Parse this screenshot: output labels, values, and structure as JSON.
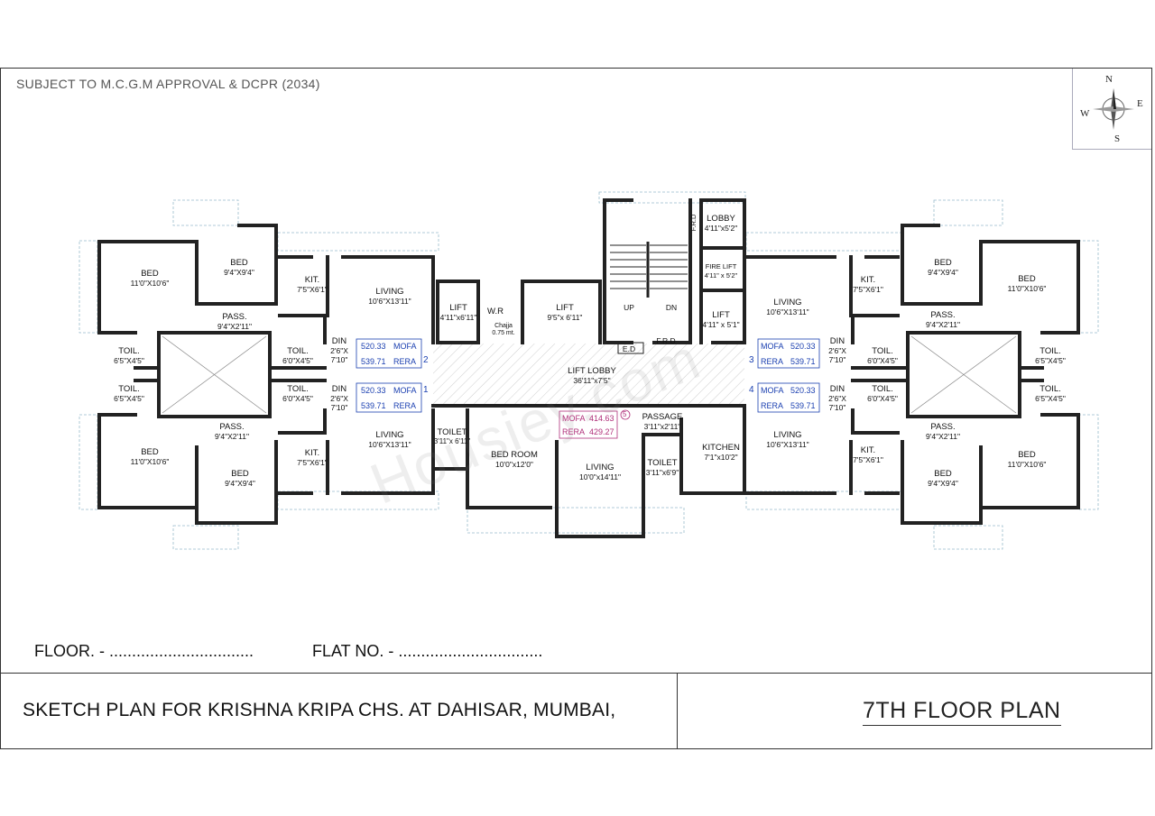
{
  "header": {
    "approval_note": "SUBJECT TO M.C.G.M APPROVAL & DCPR (2034)"
  },
  "compass": {
    "north": "N",
    "south": "S",
    "east": "E",
    "west": "W"
  },
  "footer": {
    "floor_field": "FLOOR. - ................................",
    "flat_field": "FLAT NO. - ................................",
    "sketch_title": "SKETCH PLAN FOR  KRISHNA KRIPA CHS.  AT DAHISAR, MUMBAI,",
    "plan_title": "7TH FLOOR PLAN"
  },
  "watermark": "Housiey.com",
  "rooms": {
    "bed_tl_outer": {
      "name": "BED",
      "dim": "11'0\"X10'6\""
    },
    "bed_tl_inner": {
      "name": "BED",
      "dim": "9'4\"X9'4\""
    },
    "kit_tl": {
      "name": "KIT.",
      "dim": "7'5\"X6'1\""
    },
    "living_tl": {
      "name": "LIVING",
      "dim": "10'6\"X13'11\""
    },
    "pass_tl": {
      "name": "PASS.",
      "dim": "9'4\"X2'11\""
    },
    "toil_tl_a": {
      "name": "TOIL.",
      "dim": "6'5\"X4'5\""
    },
    "toil_tl_b": {
      "name": "TOIL.",
      "dim": "6'0\"X4'5\""
    },
    "din_tl": {
      "name": "DIN",
      "dim1": "2'6\"X",
      "dim2": "7'10\""
    },
    "toil_bl_a": {
      "name": "TOIL.",
      "dim": "6'5\"X4'5\""
    },
    "toil_bl_b": {
      "name": "TOIL.",
      "dim": "6'0\"X4'5\""
    },
    "din_bl": {
      "name": "DIN",
      "dim1": "2'6\"X",
      "dim2": "7'10\""
    },
    "pass_bl": {
      "name": "PASS.",
      "dim": "9'4\"X2'11\""
    },
    "bed_bl_outer": {
      "name": "BED",
      "dim": "11'0\"X10'6\""
    },
    "bed_bl_inner": {
      "name": "BED",
      "dim": "9'4\"X9'4\""
    },
    "kit_bl": {
      "name": "KIT.",
      "dim": "7'5\"X6'1\""
    },
    "living_bl": {
      "name": "LIVING",
      "dim": "10'6\"X13'11\""
    },
    "lift_a": {
      "name": "LIFT",
      "dim": "4'11\"x6'11\""
    },
    "wr": {
      "name": "W.R"
    },
    "chajja": {
      "name": "Chajja",
      "dim": "0.75 mt."
    },
    "lift_b": {
      "name": "LIFT",
      "dim": "9'5\"x 6'11\""
    },
    "stair_up": "UP",
    "stair_dn": "DN",
    "ed": "E.D",
    "frd_a": "F.R.D",
    "frd_b": "F.R.D",
    "lobby": {
      "name": "LOBBY",
      "dim": "4'11\"x5'2\""
    },
    "fire_lift": {
      "name": "FIRE LIFT",
      "dim": "4'11\" x 5'2\""
    },
    "lift_c": {
      "name": "LIFT",
      "dim": "4'11\" x 5'1\""
    },
    "lift_lobby": {
      "name": "LIFT LOBBY",
      "dim": "36'11\"x7'5\""
    },
    "living_tr": {
      "name": "LIVING",
      "dim": "10'6\"X13'11\""
    },
    "kit_tr": {
      "name": "KIT.",
      "dim": "7'5\"X6'1\""
    },
    "bed_tr_inner": {
      "name": "BED",
      "dim": "9'4\"X9'4\""
    },
    "bed_tr_outer": {
      "name": "BED",
      "dim": "11'0\"X10'6\""
    },
    "pass_tr": {
      "name": "PASS.",
      "dim": "9'4\"X2'11\""
    },
    "din_tr": {
      "name": "DIN",
      "dim1": "2'6\"X",
      "dim2": "7'10\""
    },
    "toil_tr_a": {
      "name": "TOIL.",
      "dim": "6'0\"X4'5\""
    },
    "toil_tr_b": {
      "name": "TOIL.",
      "dim": "6'5\"X4'5\""
    },
    "din_br": {
      "name": "DIN",
      "dim1": "2'6\"X",
      "dim2": "7'10\""
    },
    "toil_br_a": {
      "name": "TOIL.",
      "dim": "6'0\"X4'5\""
    },
    "toil_br_b": {
      "name": "TOIL.",
      "dim": "6'5\"X4'5\""
    },
    "pass_br": {
      "name": "PASS.",
      "dim": "9'4\"X2'11\""
    },
    "living_br": {
      "name": "LIVING",
      "dim": "10'6\"X13'11\""
    },
    "kit_br": {
      "name": "KIT.",
      "dim": "7'5\"X6'1\""
    },
    "bed_br_inner": {
      "name": "BED",
      "dim": "9'4\"X9'4\""
    },
    "bed_br_outer": {
      "name": "BED",
      "dim": "11'0\"X10'6\""
    },
    "toilet_5a": {
      "name": "TOILET",
      "dim": "3'11\"x 6'11\""
    },
    "bedroom_5": {
      "name": "BED ROOM",
      "dim": "10'0\"x12'0\""
    },
    "living_5": {
      "name": "LIVING",
      "dim": "10'0\"x14'11\""
    },
    "passage_5": {
      "name": "PASSAGE",
      "dim": "3'11\"x2'11\""
    },
    "toilet_5b": {
      "name": "TOILET",
      "dim": "3'11\"x6'9\""
    },
    "kitchen_5": {
      "name": "KITCHEN",
      "dim": "7'1\"x10'2\""
    }
  },
  "flats": {
    "flat2": {
      "no": "2",
      "mofa_value": "520.33",
      "mofa_label": "MOFA",
      "rera_value": "539.71",
      "rera_label": "RERA"
    },
    "flat1": {
      "no": "1",
      "mofa_value": "520.33",
      "mofa_label": "MOFA",
      "rera_value": "539.71",
      "rera_label": "RERA"
    },
    "flat3": {
      "no": "3",
      "mofa_value": "520.33",
      "mofa_label": "MOFA",
      "rera_value": "539.71",
      "rera_label": "RERA"
    },
    "flat4": {
      "no": "4",
      "mofa_value": "520.33",
      "mofa_label": "MOFA",
      "rera_value": "539.71",
      "rera_label": "RERA"
    },
    "flat5": {
      "no": "5",
      "mofa_value": "414.63",
      "mofa_label": "MOFA",
      "rera_value": "429.27",
      "rera_label": "RERA"
    }
  }
}
